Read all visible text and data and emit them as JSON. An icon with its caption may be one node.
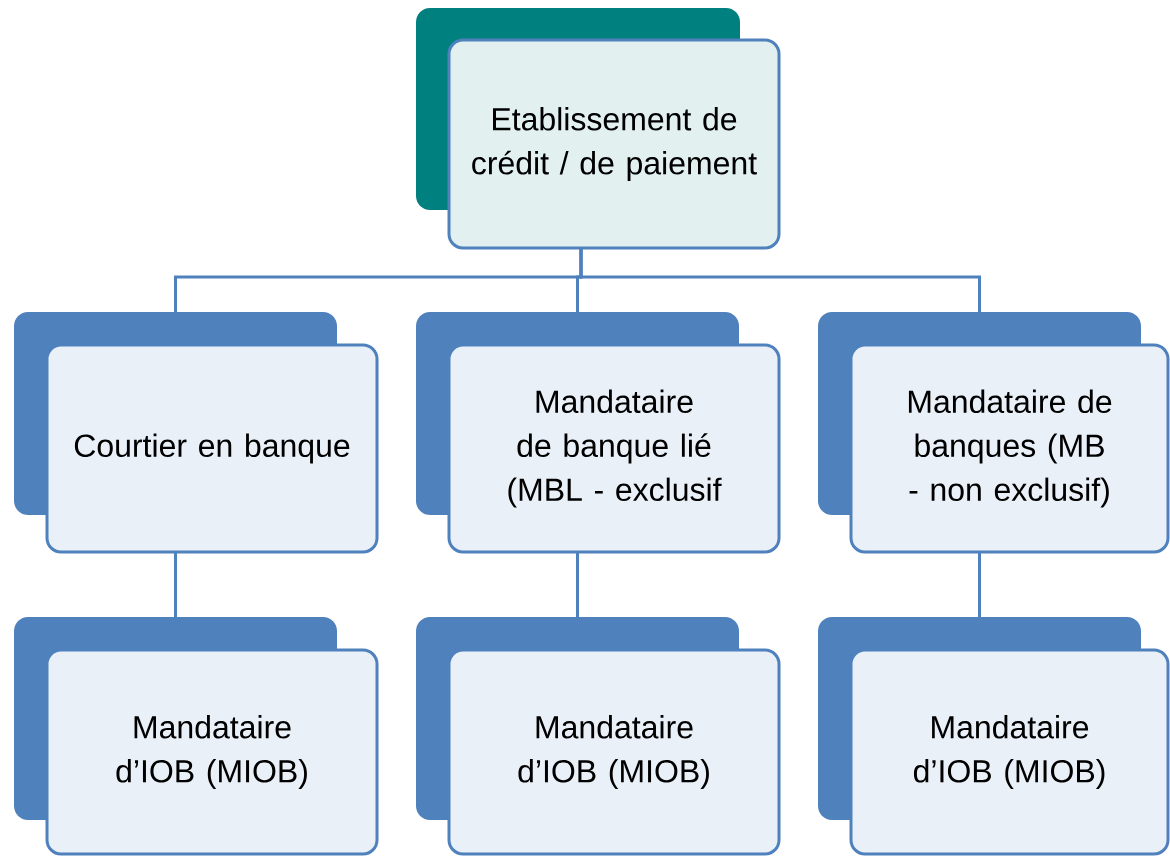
{
  "diagram": {
    "nodes": [
      {
        "text": [
          "Etablissement de crédit / de paiement"
        ]
      },
      {
        "text": [
          "Courtier en banque"
        ]
      },
      {
        "text": [
          "Mandataire de banque lié (MBL - exclusif"
        ]
      },
      {
        "text": [
          "Mandataire de banques (MB - non exclusif)"
        ]
      },
      {
        "text": [
          "Mandataire d’IOB (MIOB)"
        ]
      },
      {
        "text": [
          "Mandataire d’IOB (MIOB)"
        ]
      },
      {
        "text": [
          "Mandataire d’IOB (MIOB)"
        ]
      }
    ],
    "edges": [
      {
        "from": 0,
        "to": 1,
        "arrow": "none"
      },
      {
        "from": 0,
        "to": 2,
        "arrow": "none"
      },
      {
        "from": 0,
        "to": 3,
        "arrow": "none"
      },
      {
        "from": 1,
        "to": 4,
        "arrow": "none"
      },
      {
        "from": 2,
        "to": 5,
        "arrow": "none"
      },
      {
        "from": 3,
        "to": 6,
        "arrow": "none"
      }
    ]
  }
}
